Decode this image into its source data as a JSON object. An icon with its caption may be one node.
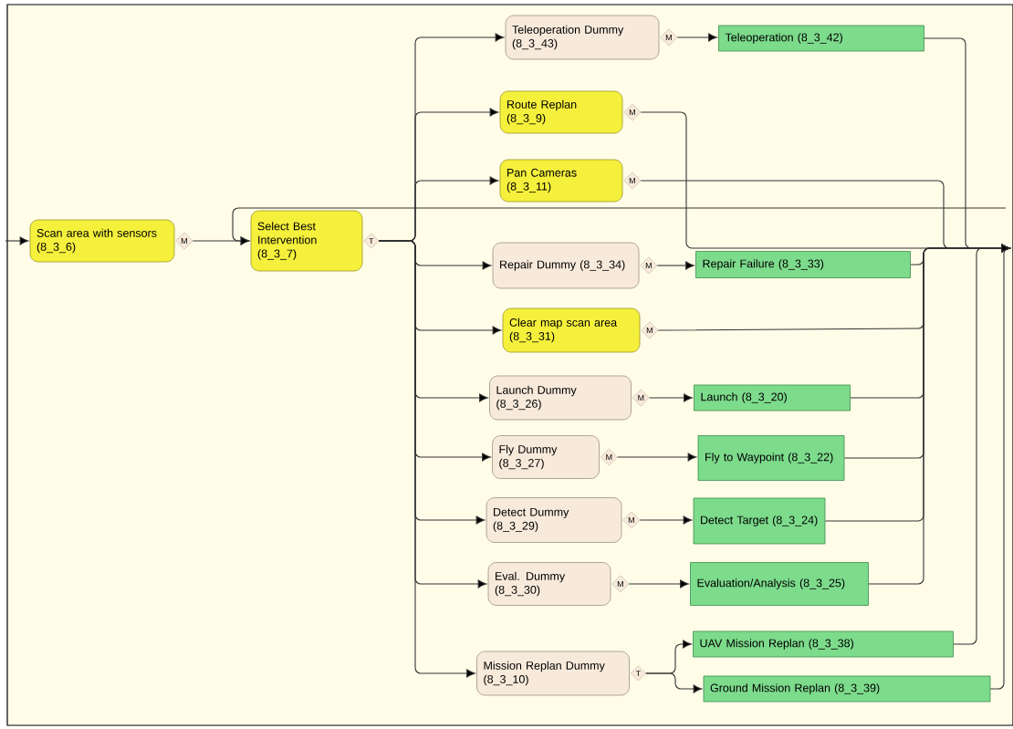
{
  "diagram": {
    "nodes": [
      {
        "text": [
          "Scan area with sensors (8_3_6)"
        ],
        "beside": [
          "M"
        ]
      },
      {
        "text": [
          "Select Best Intervention (8_3_7)"
        ],
        "beside": [
          "T"
        ]
      },
      {
        "text": [
          "Teleoperation Dummy (8_3_43)"
        ],
        "beside": [
          "M"
        ]
      },
      {
        "text": [
          "Teleoperation (8_3_42)"
        ]
      },
      {
        "text": [
          "Route Replan (8_3_9)"
        ],
        "beside": [
          "M"
        ]
      },
      {
        "text": [
          "Pan Cameras (8_3_11)"
        ],
        "beside": [
          "M"
        ]
      },
      {
        "text": [
          "Repair Dummy (8_3_34)"
        ],
        "beside": [
          "M"
        ]
      },
      {
        "text": [
          "Repair Failure (8_3_33)"
        ]
      },
      {
        "text": [
          "Clear map scan area (8_3_31)"
        ],
        "beside": [
          "M"
        ]
      },
      {
        "text": [
          "Launch Dummy (8_3_26)"
        ],
        "beside": [
          "M"
        ]
      },
      {
        "text": [
          "Launch (8_3_20)"
        ]
      },
      {
        "text": [
          "Fly Dummy (8_3_27)"
        ],
        "beside": [
          "M"
        ]
      },
      {
        "text": [
          "Fly to Waypoint (8_3_22)"
        ]
      },
      {
        "text": [
          "Detect Dummy (8_3_29)"
        ],
        "beside": [
          "M"
        ]
      },
      {
        "text": [
          "Detect Target (8_3_24)"
        ]
      },
      {
        "text": [
          "Eval. Dummy (8_3_30)"
        ],
        "beside": [
          "M"
        ]
      },
      {
        "text": [
          "Evaluation/Analysis (8_3_25)"
        ]
      },
      {
        "text": [
          "Mission Replan Dummy (8_3_10)"
        ],
        "beside": [
          "T"
        ]
      },
      {
        "text": [
          "UAV Mission Replan (8_3_38)"
        ]
      },
      {
        "text": [
          "Ground Mission Replan (8_3_39)"
        ]
      }
    ],
    "edges": [
      {
        "from": null,
        "to": 0,
        "arrow": "to"
      },
      {
        "from": 0,
        "to": 1,
        "arrow": "to"
      },
      {
        "from": 1,
        "to": 2,
        "arrow": "to"
      },
      {
        "from": 1,
        "to": 4,
        "arrow": "to"
      },
      {
        "from": 1,
        "to": 5,
        "arrow": "to"
      },
      {
        "from": 1,
        "to": 6,
        "arrow": "to"
      },
      {
        "from": 1,
        "to": 8,
        "arrow": "to"
      },
      {
        "from": 1,
        "to": 9,
        "arrow": "to"
      },
      {
        "from": 1,
        "to": 11,
        "arrow": "to"
      },
      {
        "from": 1,
        "to": 13,
        "arrow": "to"
      },
      {
        "from": 1,
        "to": 15,
        "arrow": "to"
      },
      {
        "from": 1,
        "to": 17,
        "arrow": "to"
      },
      {
        "from": 2,
        "to": 3,
        "arrow": "to"
      },
      {
        "from": 6,
        "to": 7,
        "arrow": "to"
      },
      {
        "from": 9,
        "to": 10,
        "arrow": "to"
      },
      {
        "from": 11,
        "to": 12,
        "arrow": "to"
      },
      {
        "from": 13,
        "to": 14,
        "arrow": "to"
      },
      {
        "from": 15,
        "to": 16,
        "arrow": "to"
      },
      {
        "from": 17,
        "to": 18,
        "arrow": "to"
      },
      {
        "from": 17,
        "to": 19,
        "arrow": "to"
      },
      {
        "from": 3,
        "to": null,
        "arrow": "to"
      },
      {
        "from": 4,
        "to": null,
        "arrow": "to"
      },
      {
        "from": 5,
        "to": null,
        "arrow": "to"
      },
      {
        "from": 7,
        "to": null,
        "arrow": "to"
      },
      {
        "from": 8,
        "to": null,
        "arrow": "to"
      },
      {
        "from": 10,
        "to": null,
        "arrow": "to"
      },
      {
        "from": 12,
        "to": null,
        "arrow": "to"
      },
      {
        "from": 14,
        "to": null,
        "arrow": "to"
      },
      {
        "from": 16,
        "to": null,
        "arrow": "to"
      },
      {
        "from": 18,
        "to": null,
        "arrow": "to"
      },
      {
        "from": 19,
        "to": null,
        "arrow": "to"
      },
      {
        "from": null,
        "to": 1,
        "arrow": "to"
      }
    ]
  }
}
